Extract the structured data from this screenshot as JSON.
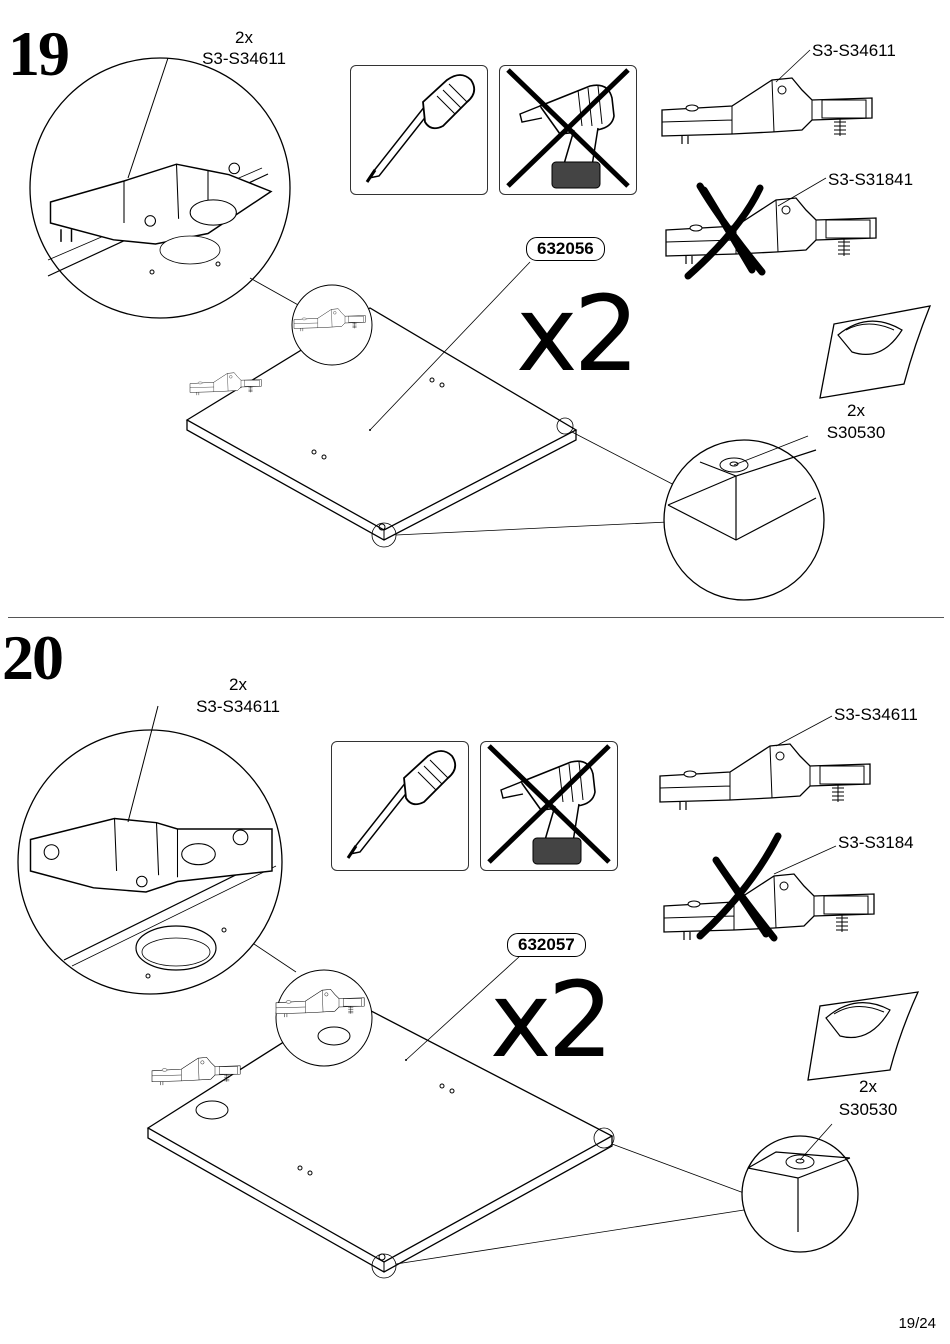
{
  "steps": [
    {
      "number": "19",
      "hinge_label": {
        "qty": "2x",
        "code": "S3-S34611"
      },
      "part_number": "632056",
      "multiplier": "x2",
      "correct_hinge": "S3-S34611",
      "wrong_hinge": "S3-S31841",
      "bumper": {
        "qty": "2x",
        "code": "S30530"
      }
    },
    {
      "number": "20",
      "hinge_label": {
        "qty": "2x",
        "code": "S3-S34611"
      },
      "part_number": "632057",
      "multiplier": "x2",
      "correct_hinge": "S3-S34611",
      "wrong_hinge": "S3-S3184",
      "bumper": {
        "qty": "2x",
        "code": "S30530"
      }
    }
  ],
  "page_number": "19/24"
}
